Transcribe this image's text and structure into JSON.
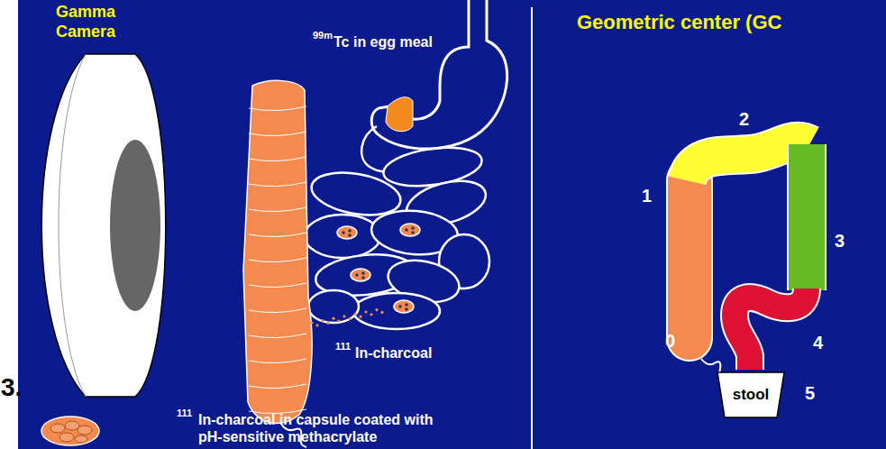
{
  "diagram": {
    "title": "Geometric center (GC",
    "nodes": [
      {
        "text": [
          "stool"
        ]
      }
    ],
    "labels": [
      "3.",
      "Gamma Camera",
      "99m",
      "Tc in egg meal",
      "111",
      "In-charcoal",
      "111",
      "In-charcoal in capsule coated with pH-sensitive methacrylate",
      "1",
      "2",
      "3",
      "0",
      "4",
      "5"
    ]
  }
}
